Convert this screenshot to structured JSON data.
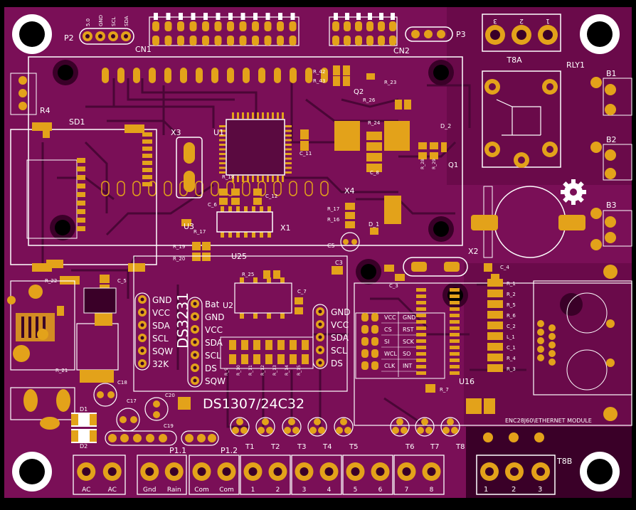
{
  "colors": {
    "board": "#7a0f57",
    "board_dark": "#5a0a40",
    "pad": "#e3a21a",
    "silk": "#ffffff",
    "trace": "#4a0636",
    "hole": "#2a0020"
  },
  "refs": {
    "p2": "P2",
    "p3": "P3",
    "cn1": "CN1",
    "cn2": "CN2",
    "t8a": "T8A",
    "rly1": "RLY1",
    "b1": "B1",
    "b2": "B2",
    "b3": "B3",
    "r4": "R4",
    "sd1": "SD1",
    "x3": "X3",
    "u1": "U1",
    "x4": "X4",
    "x1": "X1",
    "u3": "U3",
    "u25": "U25",
    "q1": "Q1",
    "q2": "Q2",
    "d1": "D_1",
    "d2": "D_2",
    "c5": "C5",
    "x2": "X2",
    "c3": "C3",
    "c4": "C_4",
    "c3b": "C_3",
    "u2": "U2",
    "c7": "C_7",
    "u16": "U16",
    "r7": "R_7",
    "c18": "C18",
    "c17": "C17",
    "c19": "C19",
    "c20": "C20",
    "d1b": "D1",
    "d2b": "D2",
    "r21": "R_21",
    "r22": "R_22",
    "c5b": "C_5",
    "p11": "P1.1",
    "p12": "P1.2",
    "t8b": "T8B",
    "t1": "T1",
    "t2": "T2",
    "t3": "T3",
    "t4": "T4",
    "t5": "T5",
    "t6": "T6",
    "t7": "T7",
    "t8": "T8",
    "r42": "R_42",
    "r43": "R_43",
    "r26": "R_26",
    "r23": "R_23",
    "r24": "R_24",
    "c8": "C_8",
    "c11": "C_11",
    "c12": "C_12",
    "c6": "C_6",
    "r18": "R_18",
    "r17": "R_17",
    "r16": "R_16",
    "r17b": "R_17",
    "r19": "R_19",
    "r20": "R_20",
    "r25": "R_25",
    "c2": "C_2",
    "c1": "C_1"
  },
  "p2_pins": [
    "5.0",
    "GND",
    "SCL",
    "SDA"
  ],
  "t8a_pins": [
    "3",
    "2",
    "1"
  ],
  "ds3231": {
    "name": "DS3231",
    "pins": [
      "GND",
      "VCC",
      "SDA",
      "SCL",
      "SQW",
      "32K"
    ]
  },
  "ds1307": {
    "name": "DS1307/24C32",
    "pins": [
      "Bat",
      "GND",
      "VCC",
      "SDA",
      "SCL",
      "DS",
      "SQW"
    ]
  },
  "eeprom_pins": [
    "GND",
    "VCC",
    "SDA",
    "SCL",
    "DS"
  ],
  "enc_pins_left": [
    "VCC",
    "CS",
    "SI",
    "WCL",
    "CLK"
  ],
  "enc_pins_right": [
    "GND",
    "RST",
    "SCK",
    "SO",
    "INT"
  ],
  "enc_label": "ENC28J60\\ETHERNET MODULE",
  "bottom_terminals": [
    [
      "AC",
      "AC"
    ],
    [
      "Gnd",
      "Rain"
    ],
    [
      "Com",
      "Com"
    ],
    [
      "1",
      "2"
    ],
    [
      "3",
      "4"
    ],
    [
      "5",
      "6"
    ],
    [
      "7",
      "8"
    ]
  ],
  "t8b_pins": [
    "1",
    "2",
    "3"
  ],
  "rnet_labels": [
    "R_9",
    "R_10",
    "R_11",
    "R_12",
    "R_13",
    "R_14",
    "R_15"
  ],
  "enc_r_labels": [
    "R_1",
    "R_2",
    "R_5",
    "R_6",
    "C_2",
    "L_1",
    "C_1",
    "R_4",
    "R_3"
  ],
  "tilt_labels": [
    "R_28",
    "R_29"
  ],
  "r_misc": [
    "R_22",
    "R_21",
    "R_19",
    "R_20"
  ]
}
